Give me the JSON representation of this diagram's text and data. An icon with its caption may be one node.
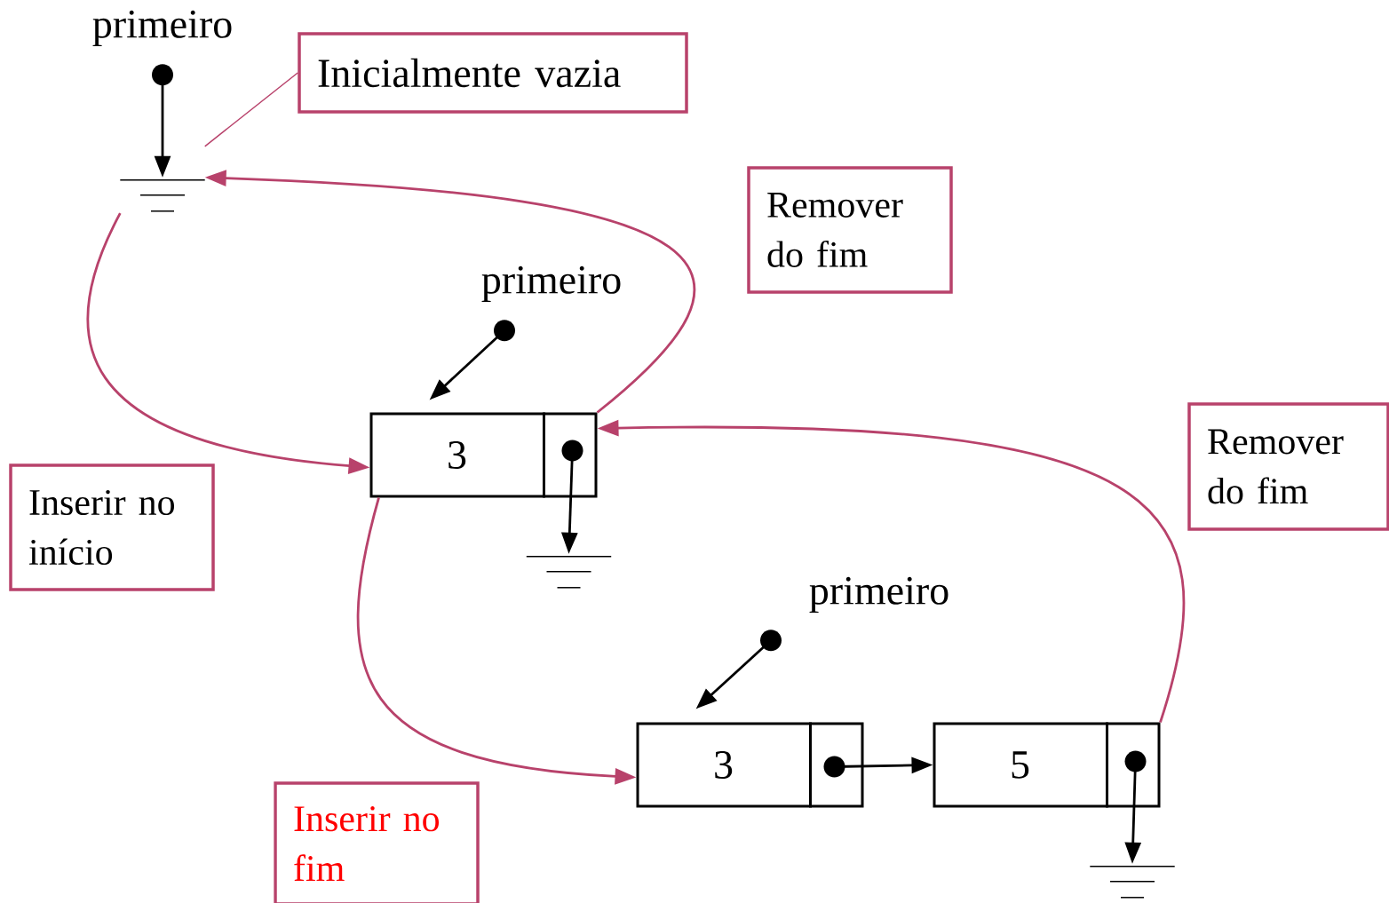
{
  "diagram": {
    "nodes": [
      {
        "text": [
          "primeiro"
        ]
      },
      {
        "text": [],
        "shape": "ground"
      },
      {
        "text": [
          "Inicialmente vazia"
        ]
      },
      {
        "text": [
          "Remover do fim"
        ]
      },
      {
        "text": [
          "primeiro"
        ]
      },
      {
        "text": [
          "3"
        ]
      },
      {
        "text": [],
        "shape": "ground"
      },
      {
        "text": [
          "Inserir no início"
        ]
      },
      {
        "text": [
          "Remover do fim"
        ]
      },
      {
        "text": [
          "primeiro"
        ]
      },
      {
        "text": [
          "3"
        ]
      },
      {
        "text": [
          "5"
        ]
      },
      {
        "text": [],
        "shape": "ground"
      },
      {
        "text": [
          "Inserir no fim"
        ]
      }
    ],
    "edges": [
      {
        "from": 0,
        "to": 1,
        "arrow": "to"
      },
      {
        "from": 2,
        "to": 1,
        "arrow": "none",
        "color": "#b8426b"
      },
      {
        "from": 4,
        "to": 5,
        "arrow": "to"
      },
      {
        "from": 5,
        "to": 6,
        "arrow": "to"
      },
      {
        "from": 9,
        "to": 10,
        "arrow": "to"
      },
      {
        "from": 10,
        "to": 11,
        "arrow": "to"
      },
      {
        "from": 11,
        "to": 12,
        "arrow": "to"
      },
      {
        "from": 1,
        "to": 5,
        "arrow": "to",
        "color": "#b8426b"
      },
      {
        "from": 5,
        "to": 1,
        "arrow": "to",
        "color": "#b8426b"
      },
      {
        "from": 5,
        "to": 10,
        "arrow": "to",
        "color": "#b8426b"
      },
      {
        "from": 11,
        "to": 5,
        "arrow": "to",
        "color": "#b8426b"
      }
    ]
  }
}
